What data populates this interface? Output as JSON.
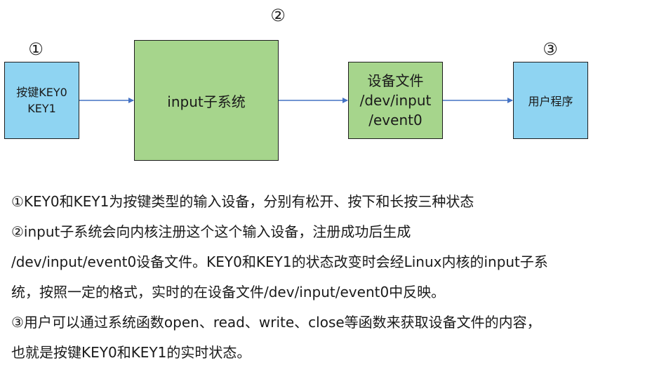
{
  "markers": {
    "one": "①",
    "two": "②",
    "three": "③"
  },
  "boxes": {
    "keys": {
      "label": "按键KEY0\nKEY1",
      "color": "#8fd4f2"
    },
    "input_subsystem": {
      "label": "input子系统",
      "color": "#a6d58c"
    },
    "device_file": {
      "label": "设备文件\n/dev/input\n/event0",
      "color": "#a6d58c"
    },
    "user_program": {
      "label": "用户程序",
      "color": "#8fd4f2"
    }
  },
  "arrow_color": "#4472c4",
  "description": [
    "①KEY0和KEY1为按键类型的输入设备，分别有松开、按下和长按三种状态",
    "②input子系统会向内核注册这个这个输入设备，注册成功后生成",
    "/dev/input/event0设备文件。KEY0和KEY1的状态改变时会经Linux内核的input子系",
    "统，按照一定的格式，实时的在设备文件/dev/input/event0中反映。",
    "③用户可以通过系统函数open、read、write、close等函数来获取设备文件的内容，",
    "也就是按键KEY0和KEY1的实时状态。"
  ]
}
